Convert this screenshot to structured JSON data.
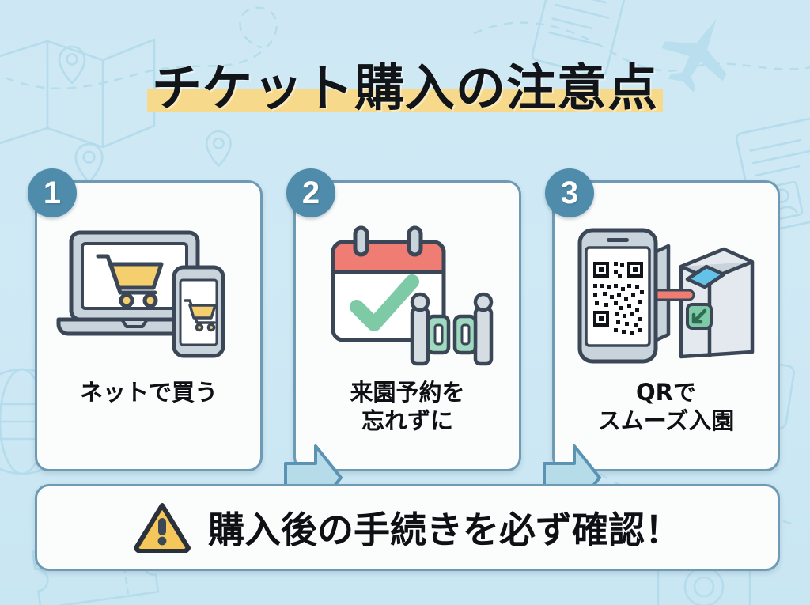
{
  "poster": {
    "title": "チケット購入の注意点",
    "background_color": "#cde8f4",
    "highlight_color": "#f6d98b",
    "card_border_color": "#6e9ab4",
    "badge_color": "#4f8cab",
    "accent_yellow": "#f5c75a",
    "accent_red": "#ef7d74",
    "accent_green": "#7ecaa6"
  },
  "steps": [
    {
      "number": "1",
      "label_line1": "ネットで買う",
      "label_line2": "",
      "illustration": "laptop-and-smartphone-shopping-cart"
    },
    {
      "number": "2",
      "label_line1": "来園予約を",
      "label_line2": "忘れずに",
      "illustration": "calendar-checkmark-and-turnstile-gates"
    },
    {
      "number": "3",
      "label_line1": "QRで",
      "label_line2": "スムーズ入園",
      "illustration": "smartphone-qr-code-scanned-at-gate"
    }
  ],
  "arrows": [
    {
      "name": "arrow-step1-to-step2",
      "direction": "right"
    },
    {
      "name": "arrow-step2-to-step3",
      "direction": "right"
    }
  ],
  "banner": {
    "icon": "warning-triangle-icon",
    "text": "購入後の手続きを必ず確認！"
  },
  "background_motifs": [
    "folded-map",
    "location-pin",
    "dashed-travel-route",
    "airplane",
    "globe-grid",
    "passport-document",
    "ticket",
    "camera",
    "suitcase"
  ]
}
